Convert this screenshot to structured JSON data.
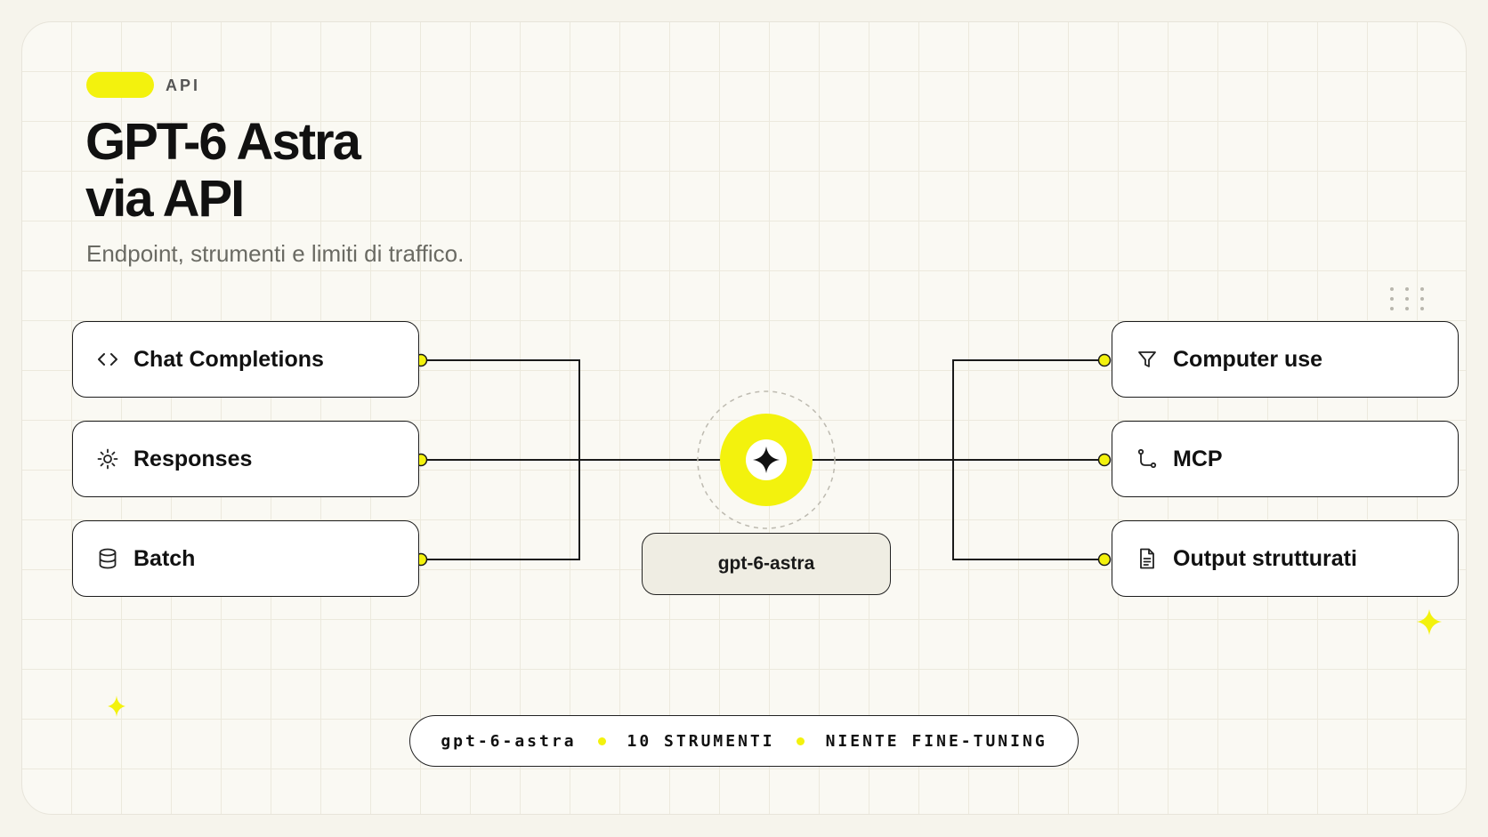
{
  "header": {
    "tag": "API",
    "title": "GPT-6 Astra\nvia API",
    "subtitle": "Endpoint, strumenti e limiti di traffico."
  },
  "endpoints": [
    {
      "label": "Chat Completions",
      "icon": "code-icon"
    },
    {
      "label": "Responses",
      "icon": "sun-icon"
    },
    {
      "label": "Batch",
      "icon": "database-icon"
    }
  ],
  "tools": [
    {
      "label": "Computer use",
      "icon": "filter-icon"
    },
    {
      "label": "MCP",
      "icon": "route-icon"
    },
    {
      "label": "Output strutturati",
      "icon": "document-icon"
    }
  ],
  "center": {
    "model": "gpt-6-astra",
    "icon": "sparkle-icon"
  },
  "footer": {
    "items": [
      "gpt-6-astra",
      "10 STRUMENTI",
      "NIENTE FINE-TUNING"
    ]
  },
  "colors": {
    "accent": "#f3f20d",
    "ink": "#111111",
    "background": "#faf9f3",
    "grid": "#ece9dd"
  }
}
